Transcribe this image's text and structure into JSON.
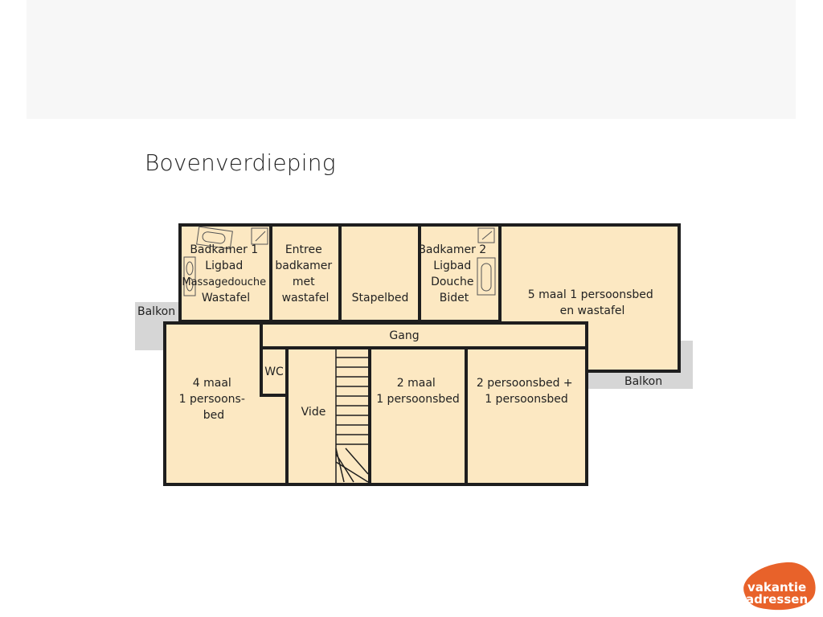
{
  "title": "Bovenverdieping",
  "colors": {
    "room_fill": "#fce8c2",
    "wall": "#1e1e1e",
    "balcony": "#d6d6d6",
    "logo": "#e8622a"
  },
  "rooms": {
    "badkamer1": [
      "Badkamer 1",
      "Ligbad",
      "Massagedouche",
      "Wastafel"
    ],
    "entree": [
      "Entree",
      "badkamer",
      "met",
      "wastafel"
    ],
    "stapelbed": [
      "Stapelbed"
    ],
    "badkamer2": [
      "Badkamer 2",
      "Ligbad",
      "Douche",
      "Bidet"
    ],
    "groot": [
      "5 maal 1 persoonsbed",
      "en wastafel"
    ],
    "gang": [
      "Gang"
    ],
    "links": [
      "4 maal",
      "1 persoons-",
      "bed"
    ],
    "wc": [
      "WC"
    ],
    "vide": [
      "Vide"
    ],
    "twee_maal": [
      "2 maal",
      "1 persoonsbed"
    ],
    "twee_pers": [
      "2 persoonsbed +",
      "1 persoonsbed"
    ]
  },
  "balkon_left": "Balkon",
  "balkon_right": "Balkon",
  "logo": [
    "vakantie",
    "adressen"
  ]
}
